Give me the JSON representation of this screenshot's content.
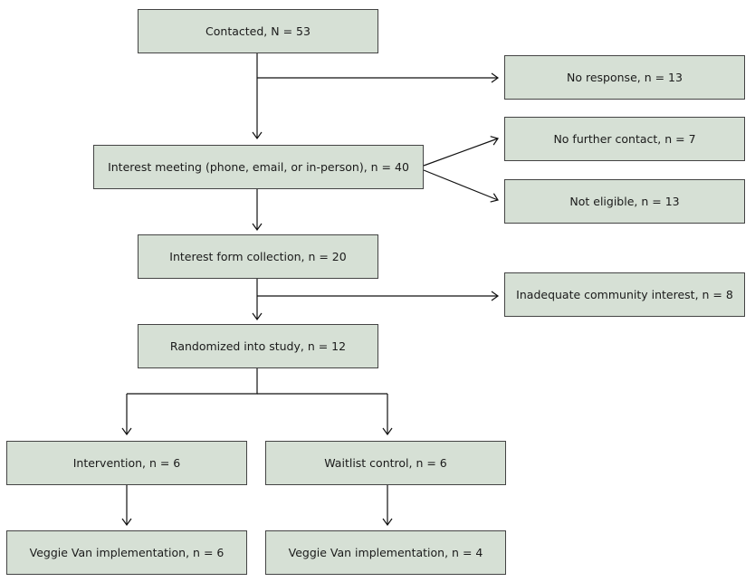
{
  "flowchart": {
    "contacted": "Contacted, N = 53",
    "no_response": "No response, n = 13",
    "interest_meeting": "Interest meeting (phone, email, or in-person), n = 40",
    "no_further_contact": "No further contact, n = 7",
    "not_eligible": "Not eligible, n = 13",
    "interest_form": "Interest form collection, n = 20",
    "inadequate_interest": "Inadequate community interest, n = 8",
    "randomized": "Randomized into study, n = 12",
    "intervention": "Intervention, n = 6",
    "waitlist": "Waitlist control, n = 6",
    "veggie_intervention": "Veggie Van implementation, n = 6",
    "veggie_waitlist": "Veggie Van implementation, n = 4"
  },
  "colors": {
    "box_fill": "#d6e0d5",
    "box_border": "#444444",
    "line": "#111111"
  }
}
